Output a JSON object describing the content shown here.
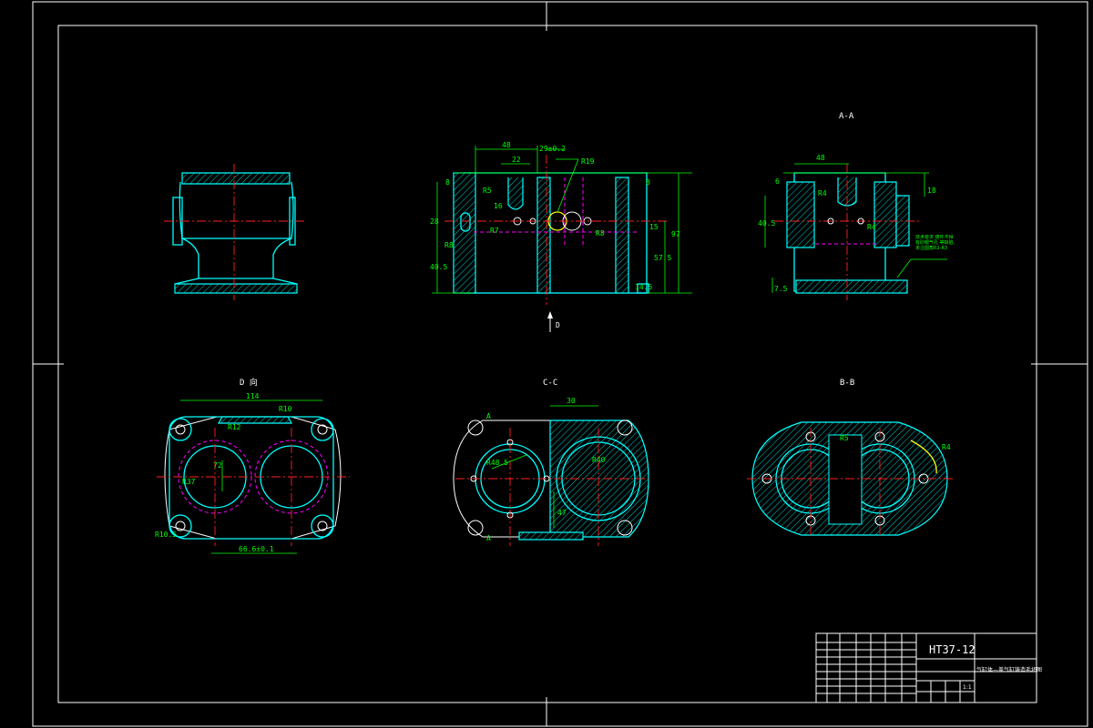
{
  "views": {
    "aa": "A-A",
    "d": "D 向",
    "cc": "C-C",
    "bb": "B-B",
    "d_arrow": "D"
  },
  "dims": {
    "front": [
      "48",
      "22",
      "29±0.2",
      "R19",
      "R5",
      "16",
      "R7",
      "R8",
      "8",
      "28",
      "R8",
      "8",
      "15",
      "57.5",
      "97",
      "14.5",
      "40.5"
    ],
    "aa": [
      "48",
      "6",
      "18",
      "R4",
      "R4",
      "40.5",
      "7.5"
    ],
    "d": [
      "114",
      "R10",
      "R12",
      "R37",
      "72",
      "R10.5",
      "66.6±0.1"
    ],
    "cc": [
      "30",
      "R48.5",
      "R40",
      "47",
      "A",
      "A"
    ],
    "bb": [
      "R5",
      "R4"
    ]
  },
  "note": "技术要求 铸件不得有砂眼气孔 等缺陷, 未注圆角R2-R3",
  "title_block": {
    "material": "HT37-12",
    "name": "气缸体—盖气缸铸造毛坯图",
    "scale": "1:1"
  }
}
